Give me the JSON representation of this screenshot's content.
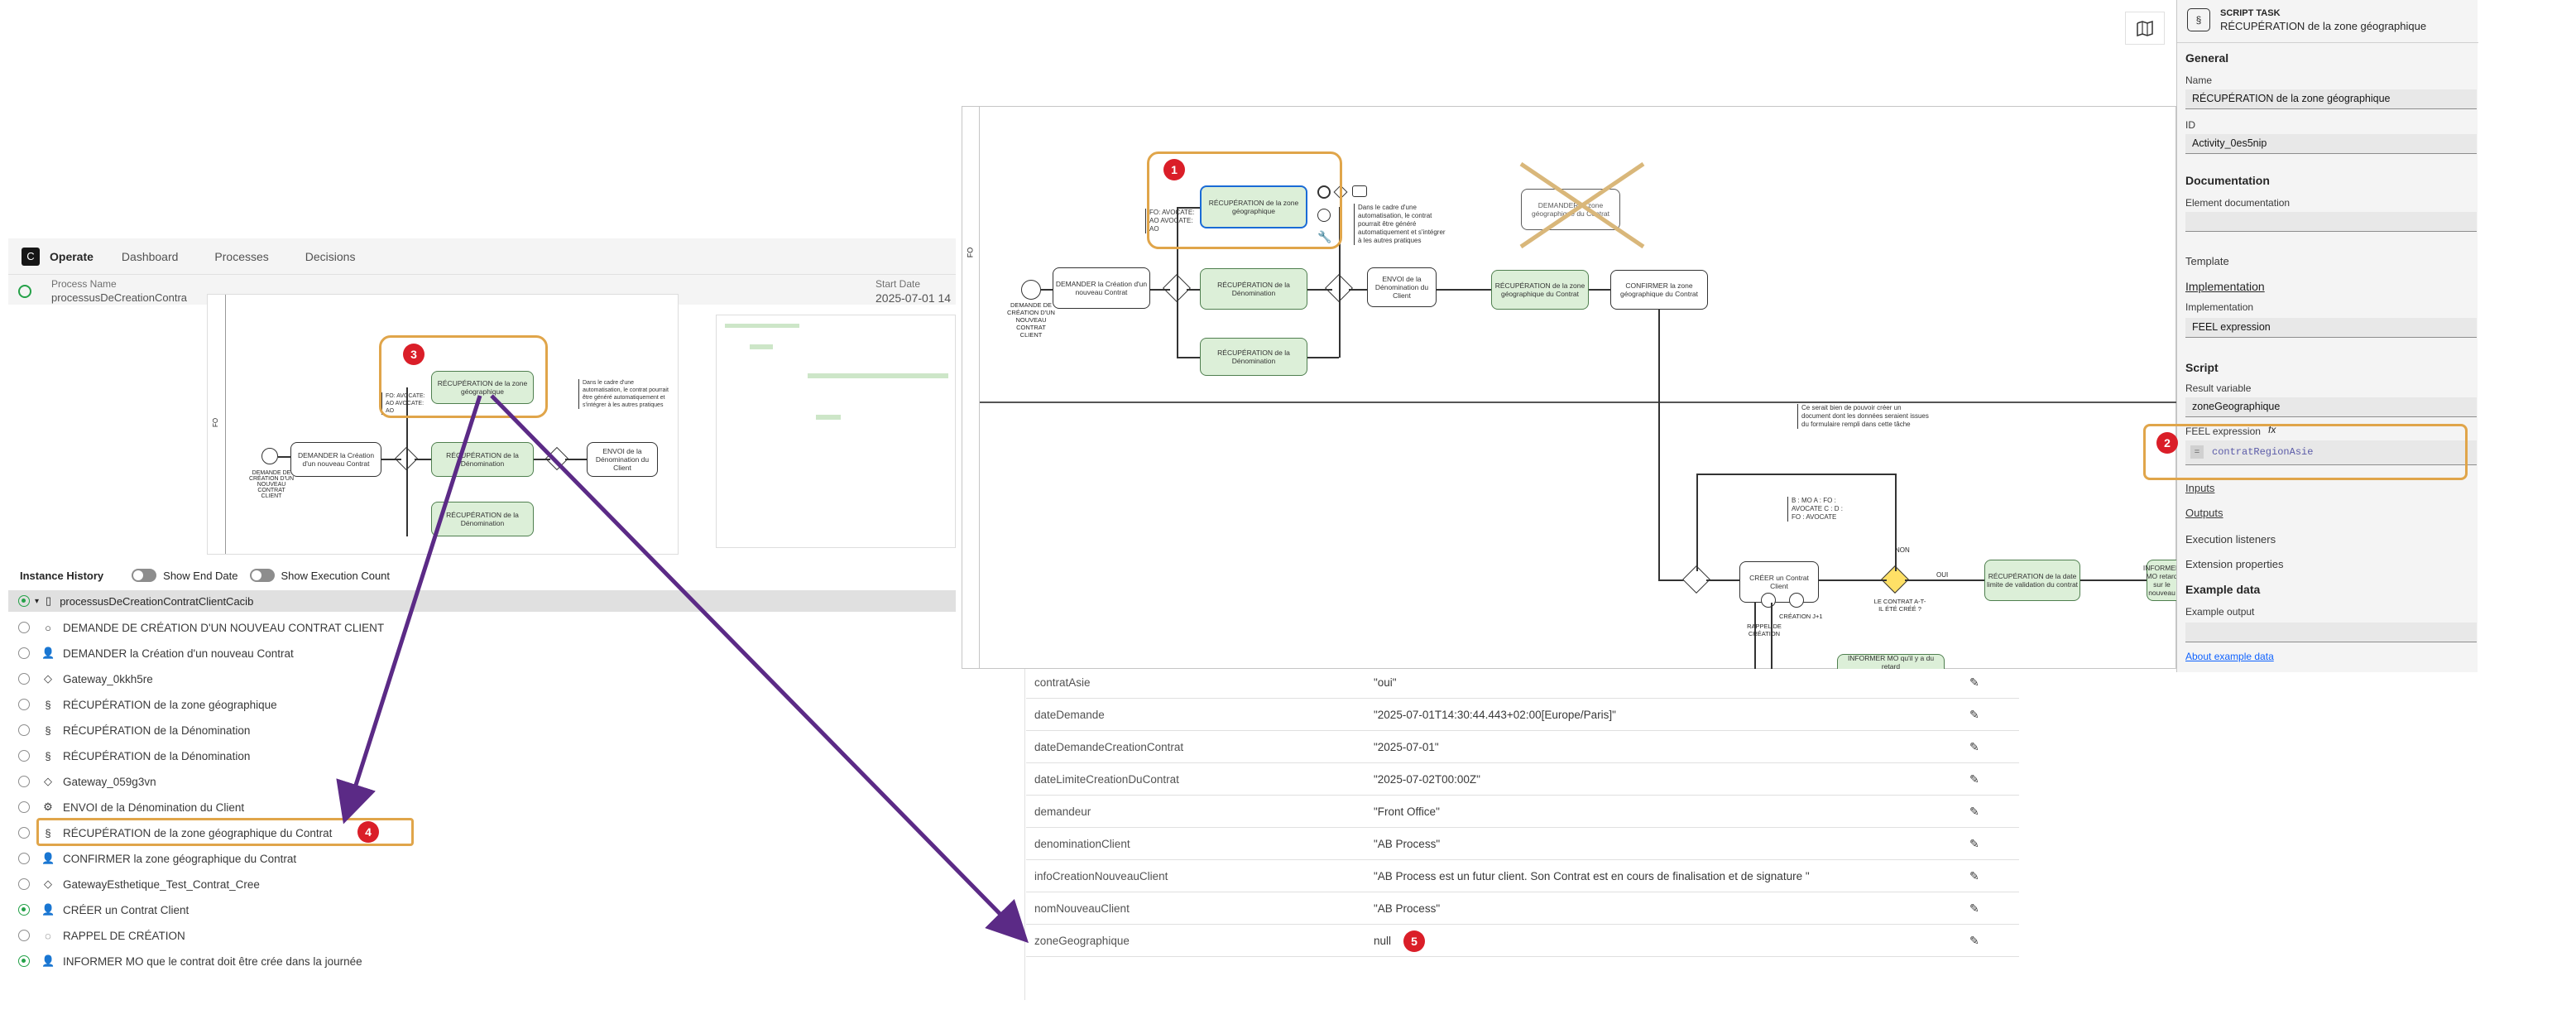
{
  "operate": {
    "brand": "Operate",
    "nav": [
      "Dashboard",
      "Processes",
      "Decisions"
    ],
    "process_name_label": "Process Name",
    "process_name": "processusDeCreationContra",
    "start_date_label": "Start Date",
    "start_date": "2025-07-01 14",
    "instance_history": "Instance History",
    "show_end_date": "Show End Date",
    "show_execution_count": "Show Execution Count",
    "root": "processusDeCreationContratClientCacib",
    "rows": [
      {
        "icon": "○",
        "label": "DEMANDE DE CRÉATION D'UN NOUVEAU  CONTRAT CLIENT"
      },
      {
        "icon": "👤",
        "label": "DEMANDER la Création d'un nouveau Contrat"
      },
      {
        "icon": "◇",
        "label": "Gateway_0kkh5re"
      },
      {
        "icon": "§",
        "label": "RÉCUPÉRATION de la zone géographique"
      },
      {
        "icon": "§",
        "label": "RÉCUPÉRATION de la Dénomination"
      },
      {
        "icon": "§",
        "label": "RÉCUPÉRATION de la Dénomination"
      },
      {
        "icon": "◇",
        "label": "Gateway_059g3vn"
      },
      {
        "icon": "⚙",
        "label": "ENVOI de la Dénomination du Client"
      },
      {
        "icon": "§",
        "label": "RÉCUPÉRATION de la zone géographique du Contrat"
      },
      {
        "icon": "👤",
        "label": "CONFIRMER la zone géographique du Contrat"
      },
      {
        "icon": "◇",
        "label": "GatewayEsthetique_Test_Contrat_Cree"
      },
      {
        "icon": "👤",
        "label": "CRÉER un Contrat Client"
      },
      {
        "icon": "◌",
        "label": "RAPPEL DE CRÉATION"
      },
      {
        "icon": "👤",
        "label": "INFORMER MO que le contrat doit être crée dans la journée"
      }
    ]
  },
  "mini": {
    "t1": "RÉCUPÉRATION de la zone géographique",
    "t2": "RÉCUPÉRATION de la Dénomination",
    "t3": "RÉCUPÉRATION de la Dénomination",
    "start": "DEMANDE DE CRÉATION D'UN NOUVEAU CONTRAT CLIENT",
    "demand": "DEMANDER la Création d'un nouveau Contrat",
    "envoi": "ENVOI de la Dénomination du Client",
    "note": "Dans le cadre d'une automatisation, le contrat pourrait être généré automatiquement et s'intégrer à les autres pratiques",
    "cond": "FO: AVOCATE: AO AVOCATE: AO",
    "lane": "FO"
  },
  "modeler": {
    "lane": "FO",
    "start": "DEMANDE DE CRÉATION D'UN NOUVEAU CONTRAT CLIENT",
    "demand": "DEMANDER la Création d'un nouveau Contrat",
    "t_zone": "RÉCUPÉRATION de la zone géographique",
    "t_den1": "RÉCUPÉRATION de la Dénomination",
    "t_den2": "RÉCUPÉRATION de la Dénomination",
    "envoi": "ENVOI de la Dénomination du Client",
    "t_zone_contrat": "RÉCUPÉRATION de la zone géographique du Contrat",
    "confirmer": "CONFIRMER la zone géographique du Contrat",
    "crossed": "DEMANDER la zone géographique du Contrat",
    "note1": "Ce serait bien de pouvoir créer un document dont les données seraient issues du formulaire rempli dans cette tâche",
    "note2": "Dans le cadre d'une automatisation, le contrat pourrait être généré automatiquement et s'intégrer à les autres pratiques",
    "cond": "FO: AVOCATE: AO AVOCATE: AO",
    "cond2": "B : MO  A : FO : AVOCATE  C : D : FO : AVOCATE",
    "creer": "CRÉER un Contrat Client",
    "rappel": "RAPPEL DE CRÉATION",
    "creation": "CRÉATION J+1",
    "gw_label": "LE CONTRAT A-T-IL ÉTÉ CRÉÉ ?",
    "oui": "OUI",
    "non": "NON",
    "date_limite": "RÉCUPÉRATION de la date limite de validation du contrat",
    "informer": "INFORMER MO qu'il y a du retard",
    "retard": "INFORMER MO retard sur le nouveau"
  },
  "badges": [
    "1",
    "2",
    "3",
    "4",
    "5"
  ],
  "props": {
    "type": "SCRIPT TASK",
    "name_title": "RÉCUPÉRATION de la zone géographique",
    "general": "General",
    "name_label": "Name",
    "name_value": "RÉCUPÉRATION de la zone géographique",
    "id_label": "ID",
    "id_value": "Activity_0es5nip",
    "documentation": "Documentation",
    "element_documentation": "Element documentation",
    "template": "Template",
    "implementation_heading": "Implementation",
    "implementation_label": "Implementation",
    "implementation_value": "FEEL expression",
    "script": "Script",
    "result_variable_label": "Result variable",
    "result_variable_value": "zoneGeographique",
    "feel_label": "FEEL expression",
    "feel_fx": "fx",
    "feel_eq": "=",
    "feel_value": "contratRegionAsie",
    "inputs": "Inputs",
    "outputs": "Outputs",
    "execution_listeners": "Execution listeners",
    "extension_properties": "Extension properties",
    "example_data": "Example data",
    "example_output": "Example output",
    "about_example": "About example data"
  },
  "variables": [
    {
      "name": "contratAsie",
      "value": "\"oui\""
    },
    {
      "name": "dateDemande",
      "value": "\"2025-07-01T14:30:44.443+02:00[Europe/Paris]\""
    },
    {
      "name": "dateDemandeCreationContrat",
      "value": "\"2025-07-01\""
    },
    {
      "name": "dateLimiteCreationDuContrat",
      "value": "\"2025-07-02T00:00Z\""
    },
    {
      "name": "demandeur",
      "value": "\"Front Office\""
    },
    {
      "name": "denominationClient",
      "value": "\"AB Process\""
    },
    {
      "name": "infoCreationNouveauClient",
      "value": "\"AB Process est un futur client. Son Contrat est en cours de finalisation et de signature \""
    },
    {
      "name": "nomNouveauClient",
      "value": "\"AB Process\""
    },
    {
      "name": "zoneGeographique",
      "value": "null"
    }
  ],
  "colors": {
    "highlight": "#e0a54a",
    "badge": "#da1e28",
    "arrow": "#5b2a86",
    "task": "#dcefd8"
  }
}
